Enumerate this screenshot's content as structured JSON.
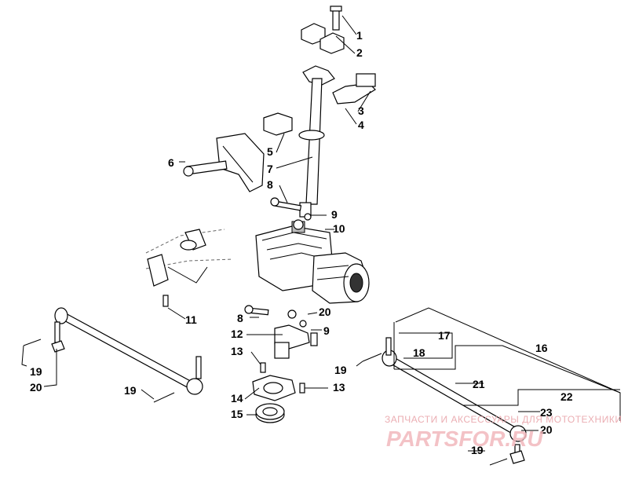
{
  "callouts": {
    "c1": "1",
    "c2": "2",
    "c3": "3",
    "c4": "4",
    "c5": "5",
    "c6": "6",
    "c7": "7",
    "c8a": "8",
    "c8b": "8",
    "c9a": "9",
    "c9b": "9",
    "c10": "10",
    "c11": "11",
    "c12": "12",
    "c13a": "13",
    "c13b": "13",
    "c14": "14",
    "c15": "15",
    "c16": "16",
    "c17": "17",
    "c18": "18",
    "c19a": "19",
    "c19b": "19",
    "c19c": "19",
    "c19d": "19",
    "c20a": "20",
    "c20b": "20",
    "c20c": "20",
    "c21": "21",
    "c22": "22",
    "c23": "23"
  },
  "watermark": {
    "subtitle": "ЗАПЧАСТИ И АКСЕССУАРЫ ДЛЯ МОТОТЕХНИКИ",
    "logo": "PARTSFOR.RU"
  },
  "colors": {
    "line": "#000000",
    "background": "#ffffff",
    "watermark": "#e8a0a6"
  }
}
